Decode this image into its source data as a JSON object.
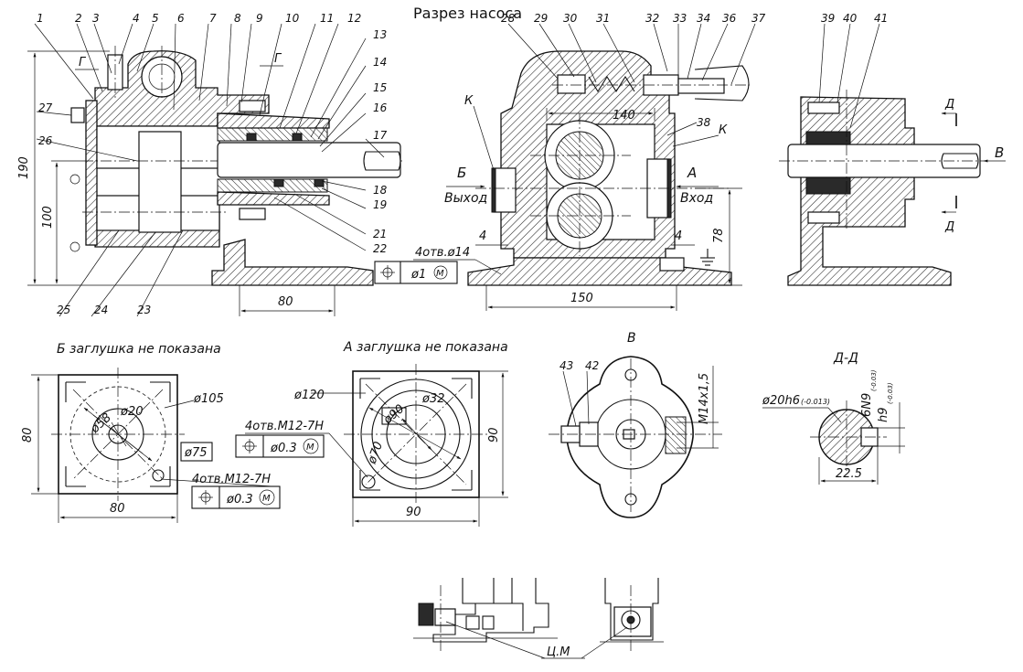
{
  "title": "Разрез насоса",
  "callouts": [
    "1",
    "2",
    "3",
    "4",
    "5",
    "6",
    "7",
    "8",
    "9",
    "10",
    "11",
    "12",
    "13",
    "14",
    "15",
    "16",
    "17",
    "18",
    "19",
    "21",
    "22",
    "23",
    "24",
    "25",
    "26",
    "27",
    "28",
    "29",
    "30",
    "31",
    "32",
    "33",
    "34",
    "36",
    "37",
    "38",
    "39",
    "40",
    "41",
    "42",
    "43"
  ],
  "section_marks": {
    "g1": "Г",
    "g2": "Г",
    "k1": "К",
    "k2": "К",
    "b": "Б",
    "a": "А",
    "v": "В",
    "d1": "Д",
    "d2": "Д"
  },
  "labels": {
    "exit": "Выход",
    "entry": "Вход",
    "view_b_caption": "Б заглушка не показана",
    "view_a_caption": "А заглушка не показана",
    "view_v": "В",
    "section_dd": "Д-Д",
    "cm": "Ц.М"
  },
  "dimensions": {
    "d190": "190",
    "d100": "100",
    "d80_main": "80",
    "d140": "140",
    "d150": "150",
    "d78": "78",
    "d4a": "4",
    "d4b": "4",
    "holes14": "4отв.ø14",
    "tol_main": "ø1",
    "b_d105": "ø105",
    "b_d20": "ø20",
    "b_d58": "ø58",
    "b_d75": "ø75",
    "b_w80": "80",
    "b_h80": "80",
    "b_holes": "4отв.М12-7Н",
    "b_tol": "ø0.3",
    "a_d120": "ø120",
    "a_d32": "ø32",
    "a_d90": "ø90",
    "a_d70": "ø70",
    "a_w90": "90",
    "a_h90": "90",
    "a_holes": "4отв.М12-7Н",
    "a_tol": "ø0.3",
    "m14": "М14х1,5",
    "dd_shaft": "ø20h6",
    "dd_shaft_tol": "(-0.013)",
    "dd_key": "6N9",
    "dd_key_tol": "(-0.03)",
    "dd_h": "h9",
    "dd_h_tol": "(-0.03)",
    "dd_225": "22.5"
  },
  "tol_symbol": "M"
}
